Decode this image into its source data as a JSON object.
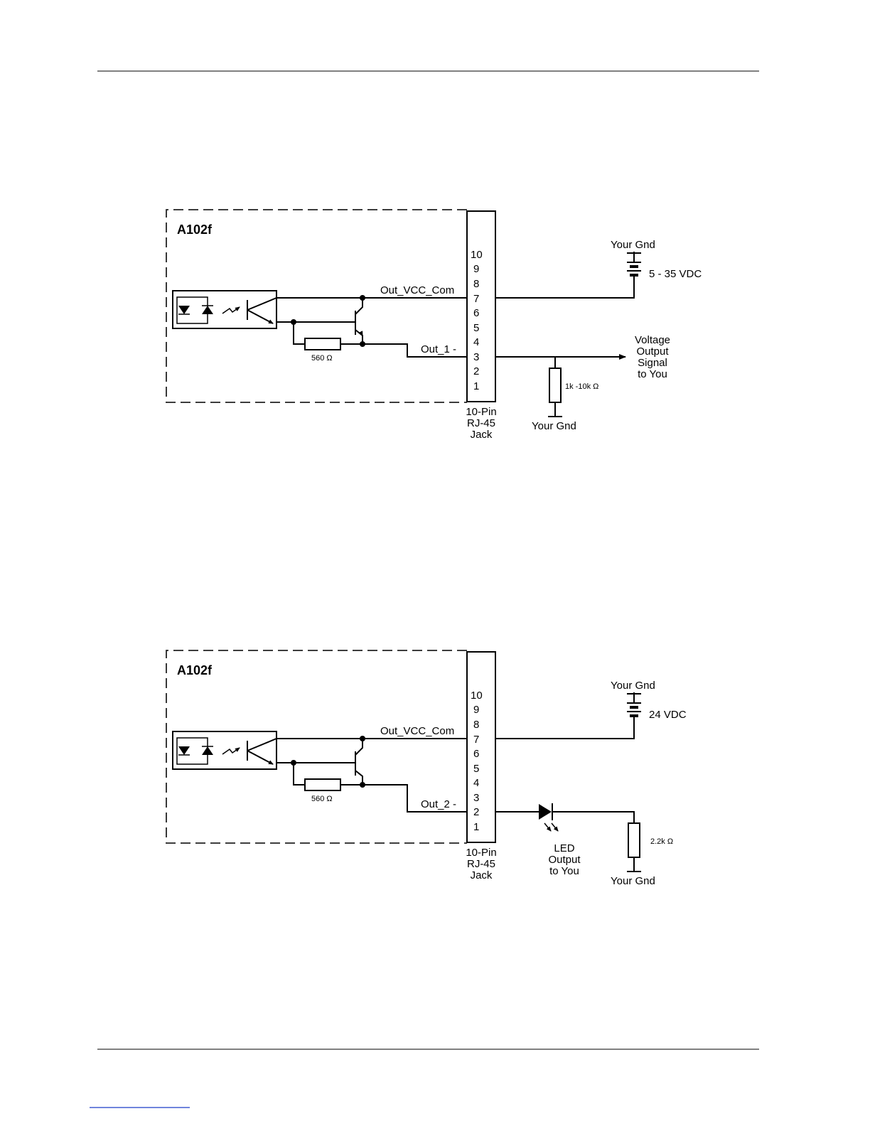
{
  "diagrams": [
    {
      "id": "voltage-output",
      "module_label": "A102f",
      "pins": [
        "10",
        "9",
        "8",
        "7",
        "6",
        "5",
        "4",
        "3",
        "2",
        "1"
      ],
      "vcc_com_label": "Out_VCC_Com",
      "output_label": "Out_1 -",
      "internal_resistor": "560 Ω",
      "jack_label": [
        "10-Pin",
        "RJ-45",
        "Jack"
      ],
      "supply_gnd_label": "Your Gnd",
      "supply_voltage": "5 - 35 VDC",
      "signal_label": [
        "Voltage",
        "Output",
        "Signal",
        "to You"
      ],
      "load_resistor": "1k -10k Ω",
      "load_gnd_label": "Your Gnd"
    },
    {
      "id": "led-output",
      "module_label": "A102f",
      "pins": [
        "10",
        "9",
        "8",
        "7",
        "6",
        "5",
        "4",
        "3",
        "2",
        "1"
      ],
      "vcc_com_label": "Out_VCC_Com",
      "output_label": "Out_2 -",
      "internal_resistor": "560 Ω",
      "jack_label": [
        "10-Pin",
        "RJ-45",
        "Jack"
      ],
      "supply_gnd_label": "Your Gnd",
      "supply_voltage": "24 VDC",
      "led_label": [
        "LED",
        "Output",
        "to You"
      ],
      "load_resistor": "2.2k Ω",
      "load_gnd_label": "Your Gnd"
    }
  ]
}
